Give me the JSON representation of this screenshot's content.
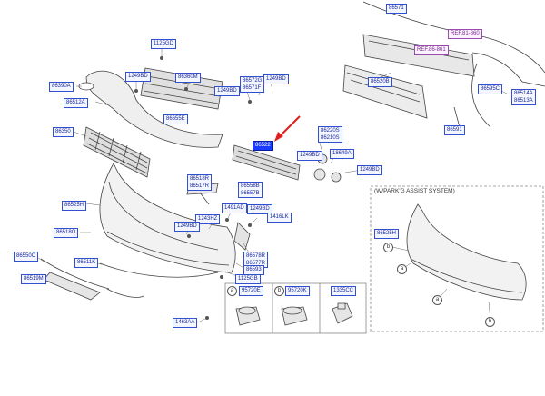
{
  "labels": {
    "p86571": "86571",
    "ref_a": "REF.81-860",
    "ref_b": "REF.86-861",
    "p1125gd": "1125GD",
    "p1249bd_a": "1249BD",
    "p86360m": "86360M",
    "p86390a": "86390A",
    "p86572g": "86572G",
    "p86571f": "86571F",
    "p1249bd_b": "1249BD",
    "p1249bd_c": "1249BD",
    "p86512a": "86512A",
    "p86655e": "86655E",
    "p86350": "86350",
    "p86520b": "86520B",
    "p86595c": "86595C",
    "p86514a": "86514A",
    "p86513a": "86513A",
    "p86591": "86591",
    "p86522": "86522",
    "p86220s": "86220S",
    "p86210s": "86210S",
    "p18649a": "18649A",
    "p1249bd_d": "1249BD",
    "p1249bd_e": "1249BD",
    "p86518r": "86518R",
    "p86517r": "86517R",
    "p86558b": "86558B",
    "p86557b": "86557B",
    "p86525h_main": "86525H",
    "p1491ad": "1491AD",
    "p1249bd_f": "1249BD",
    "p1243hz": "1243HZ",
    "p1249bd_g": "1249BD",
    "p1416lk": "1416LK",
    "p86518q": "86518Q",
    "p86578r": "86578R",
    "p86577r": "86577R",
    "p86550c": "86550C",
    "p86511k": "86511K",
    "p86593": "86593",
    "p1125gb": "1125GB",
    "p86519m": "86519M",
    "p1463aa": "1463AA",
    "p86525h_inset": "86525H"
  },
  "inset_title": "(W/PARK'G ASSIST SYSTEM)",
  "kit": {
    "a_letter": "a",
    "b_letter": "b",
    "a_part": "95720E",
    "b_part": "95720K",
    "c_part": "1335CC"
  },
  "inset_markers": [
    "b",
    "a",
    "a",
    "b"
  ]
}
